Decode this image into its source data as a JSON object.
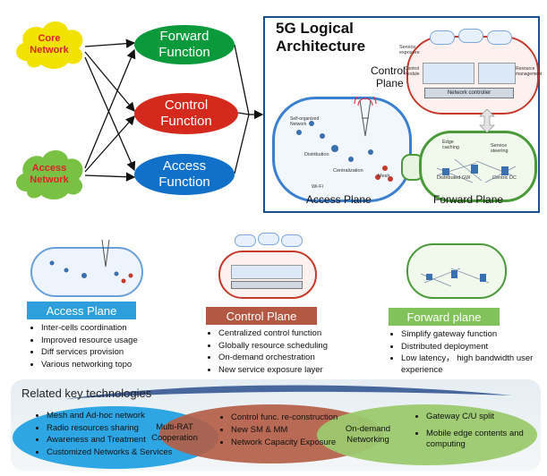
{
  "clouds": {
    "core": {
      "line1": "Core",
      "line2": "Network",
      "color": "#f2e200",
      "text_color": "#d9232d"
    },
    "access": {
      "line1": "Access",
      "line2": "Network",
      "color": "#78c142",
      "text_color": "#d9232d"
    }
  },
  "functions": {
    "forward": {
      "line1": "Forward",
      "line2": "Function",
      "color": "#0a9a3b"
    },
    "control": {
      "line1": "Control",
      "line2": "Function",
      "color": "#d42a1e"
    },
    "access": {
      "line1": "Access",
      "line2": "Function",
      "color": "#1170c8"
    }
  },
  "architecture": {
    "title_line1": "5G Logical",
    "title_line2": "Architecture",
    "control_plane_line1": "Control",
    "control_plane_line2": "Plane",
    "access_plane": "Access Plane",
    "forward_plane": "Forward Plane",
    "labels": {
      "service_exposure": "Service exposure",
      "network_controller": "Network controller",
      "control_module": "Control module",
      "resource_management": "Resource management",
      "self_organized": "Self-organized Network",
      "distribution": "Distribution",
      "centralization": "Centralization",
      "mesh": "Mesh",
      "wifi": "Wi-Fi",
      "edge_caching": "Edge caching",
      "service_steering": "Service steering",
      "distributed_gw": "Distributed GW",
      "centric_dc": "Centric DC"
    }
  },
  "planes": [
    {
      "bar_label": "Access Plane",
      "bar_color": "#2f9fdc",
      "bullets": [
        "Inter-cells coordination",
        "Improved resource usage",
        "Diff services provision",
        "Various networking topo"
      ]
    },
    {
      "bar_label": "Control Plane",
      "bar_color": "#b35843",
      "bullets": [
        "Centralized control function",
        "Globally resource scheduling",
        "On-demand orchestration",
        "New service exposure layer"
      ]
    },
    {
      "bar_label": "Forward plane",
      "bar_color": "#82c25a",
      "bullets": [
        "Simplify gateway function",
        "Distributed deployment",
        "Low latency， high bandwidth user experience"
      ]
    }
  ],
  "technologies": {
    "title": "Related key technologies",
    "access_items": [
      "Mesh and Ad-hoc network",
      "Radio resources sharing",
      "Awareness and Treatment",
      "Customized Networks & Services"
    ],
    "multi_rat_line1": "Multi-RAT",
    "multi_rat_line2": "Cooperation",
    "control_items": [
      "Control func. re-construction",
      "New SM & MM",
      "Network Capacity Exposure"
    ],
    "on_demand_line1": "On-demand",
    "on_demand_line2": "Networking",
    "forward_items": [
      "Gateway C/U split",
      "Mobile edge contents and computing"
    ]
  }
}
